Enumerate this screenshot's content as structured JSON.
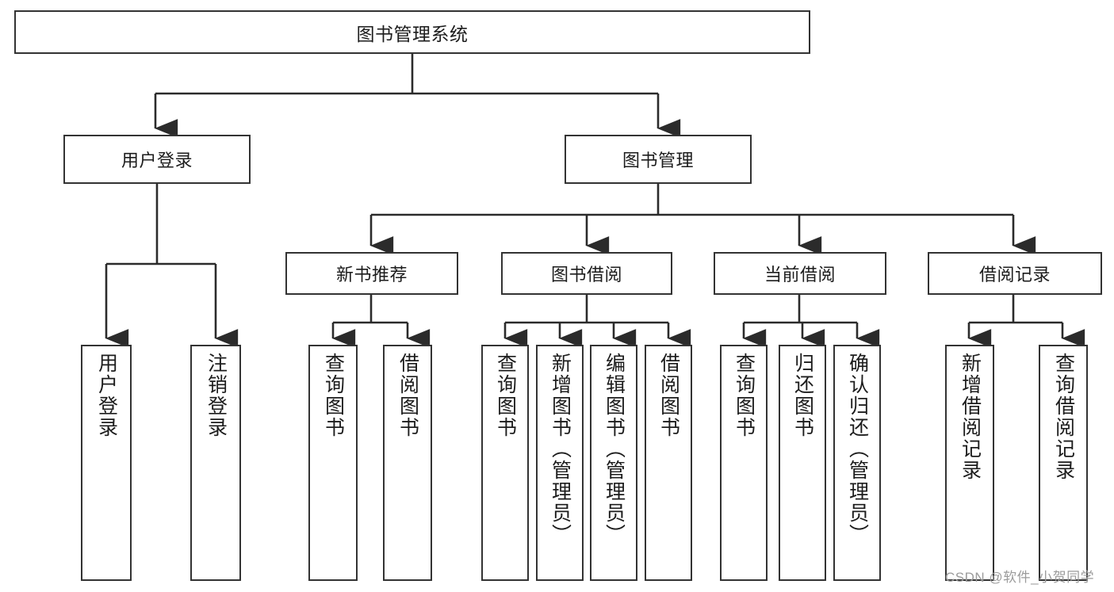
{
  "diagram": {
    "title": "图书管理系统",
    "type": "tree-hierarchy-diagram",
    "watermark": "CSDN @软件_小贺同学",
    "colors": {
      "background": "#ffffff",
      "box_border": "#333333",
      "box_fill": "#ffffff",
      "text": "#1c1c1c",
      "connector": "#2b2b2b",
      "watermark": "#9b9b9b"
    },
    "root": {
      "label": "图书管理系统"
    },
    "level2": [
      {
        "label": "用户登录"
      },
      {
        "label": "图书管理"
      }
    ],
    "level3": [
      {
        "label": "新书推荐"
      },
      {
        "label": "图书借阅"
      },
      {
        "label": "当前借阅"
      },
      {
        "label": "借阅记录"
      }
    ],
    "leaves": {
      "user_login": [
        {
          "label": "用户登录"
        },
        {
          "label": "注销登录"
        }
      ],
      "new_book_recommend": [
        {
          "label": "查询图书"
        },
        {
          "label": "借阅图书"
        }
      ],
      "book_borrow": [
        {
          "label": "查询图书"
        },
        {
          "label": "新增图书（管理员）"
        },
        {
          "label": "编辑图书（管理员）"
        },
        {
          "label": "借阅图书"
        }
      ],
      "current_borrow": [
        {
          "label": "查询图书"
        },
        {
          "label": "归还图书"
        },
        {
          "label": "确认归还（管理员）"
        }
      ],
      "borrow_record": [
        {
          "label": "新增借阅记录"
        },
        {
          "label": "查询借阅记录"
        }
      ]
    }
  }
}
